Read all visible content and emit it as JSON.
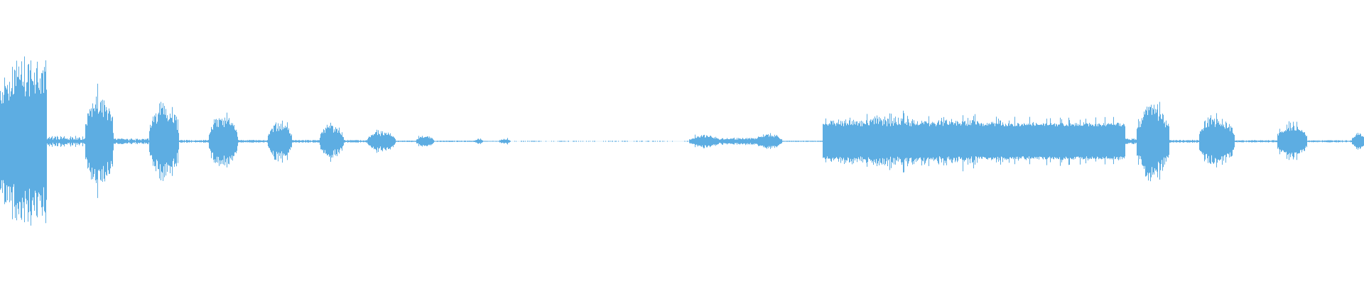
{
  "waveform": {
    "color": "#5dade2",
    "background": "#ffffff",
    "duration_fraction_shown": 1.0,
    "segments": [
      {
        "start": 0.0,
        "end": 0.034,
        "peak": 0.67,
        "floor": 0.04,
        "shape": "attack-decay",
        "burst": "spiky-up"
      },
      {
        "start": 0.034,
        "end": 0.062,
        "peak": 0.04,
        "floor": 0.01,
        "shape": "flat"
      },
      {
        "start": 0.062,
        "end": 0.083,
        "peak": 0.33,
        "floor": 0.02,
        "shape": "burst"
      },
      {
        "start": 0.083,
        "end": 0.109,
        "peak": 0.02,
        "floor": 0.005,
        "shape": "flat"
      },
      {
        "start": 0.109,
        "end": 0.131,
        "peak": 0.27,
        "floor": 0.02,
        "shape": "burst"
      },
      {
        "start": 0.131,
        "end": 0.153,
        "peak": 0.01,
        "floor": 0.004,
        "shape": "flat"
      },
      {
        "start": 0.153,
        "end": 0.174,
        "peak": 0.2,
        "floor": 0.02,
        "shape": "burst"
      },
      {
        "start": 0.174,
        "end": 0.196,
        "peak": 0.01,
        "floor": 0.004,
        "shape": "flat"
      },
      {
        "start": 0.196,
        "end": 0.214,
        "peak": 0.14,
        "floor": 0.01,
        "shape": "burst"
      },
      {
        "start": 0.214,
        "end": 0.234,
        "peak": 0.01,
        "floor": 0.004,
        "shape": "flat"
      },
      {
        "start": 0.234,
        "end": 0.252,
        "peak": 0.12,
        "floor": 0.01,
        "shape": "burst"
      },
      {
        "start": 0.252,
        "end": 0.269,
        "peak": 0.01,
        "floor": 0.004,
        "shape": "flat"
      },
      {
        "start": 0.269,
        "end": 0.29,
        "peak": 0.07,
        "floor": 0.01,
        "shape": "burst"
      },
      {
        "start": 0.29,
        "end": 0.305,
        "peak": 0.005,
        "floor": 0.003,
        "shape": "flat"
      },
      {
        "start": 0.305,
        "end": 0.318,
        "peak": 0.04,
        "floor": 0.005,
        "shape": "burst"
      },
      {
        "start": 0.318,
        "end": 0.348,
        "peak": 0.005,
        "floor": 0.002,
        "shape": "flat"
      },
      {
        "start": 0.348,
        "end": 0.354,
        "peak": 0.02,
        "floor": 0.003,
        "shape": "burst"
      },
      {
        "start": 0.354,
        "end": 0.366,
        "peak": 0.003,
        "floor": 0.002,
        "shape": "flat"
      },
      {
        "start": 0.366,
        "end": 0.374,
        "peak": 0.02,
        "floor": 0.003,
        "shape": "burst"
      },
      {
        "start": 0.374,
        "end": 0.505,
        "peak": 0.003,
        "floor": 0.001,
        "shape": "sparse"
      },
      {
        "start": 0.505,
        "end": 0.528,
        "peak": 0.05,
        "floor": 0.01,
        "shape": "hump"
      },
      {
        "start": 0.528,
        "end": 0.553,
        "peak": 0.025,
        "floor": 0.012,
        "shape": "flat"
      },
      {
        "start": 0.553,
        "end": 0.573,
        "peak": 0.06,
        "floor": 0.015,
        "shape": "hump"
      },
      {
        "start": 0.573,
        "end": 0.603,
        "peak": 0.004,
        "floor": 0.002,
        "shape": "flat"
      },
      {
        "start": 0.603,
        "end": 0.825,
        "peak": 0.2,
        "floor": 0.12,
        "shape": "sustained"
      },
      {
        "start": 0.825,
        "end": 0.833,
        "peak": 0.02,
        "floor": 0.01,
        "shape": "flat"
      },
      {
        "start": 0.833,
        "end": 0.857,
        "peak": 0.28,
        "floor": 0.1,
        "shape": "burst"
      },
      {
        "start": 0.857,
        "end": 0.879,
        "peak": 0.01,
        "floor": 0.004,
        "shape": "flat"
      },
      {
        "start": 0.879,
        "end": 0.905,
        "peak": 0.19,
        "floor": 0.04,
        "shape": "burst"
      },
      {
        "start": 0.905,
        "end": 0.936,
        "peak": 0.008,
        "floor": 0.003,
        "shape": "flat"
      },
      {
        "start": 0.936,
        "end": 0.958,
        "peak": 0.14,
        "floor": 0.03,
        "shape": "burst"
      },
      {
        "start": 0.958,
        "end": 0.991,
        "peak": 0.008,
        "floor": 0.003,
        "shape": "flat"
      },
      {
        "start": 0.991,
        "end": 1.0,
        "peak": 0.06,
        "floor": 0.02,
        "shape": "burst"
      }
    ]
  }
}
